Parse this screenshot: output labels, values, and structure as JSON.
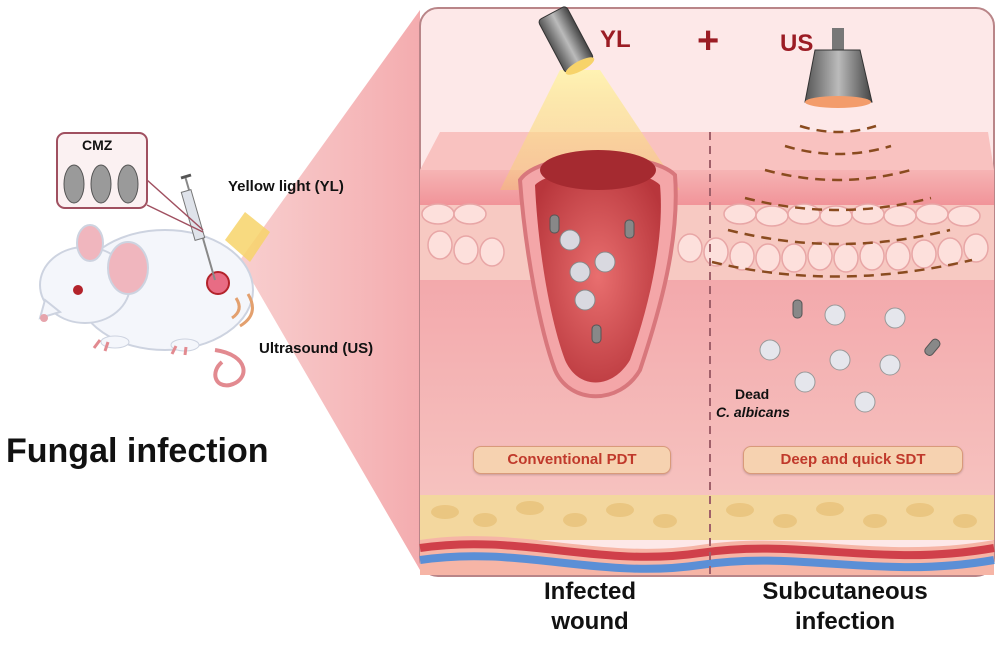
{
  "mouse": {
    "drug_label": "CMZ",
    "yellow_light_label": "Yellow light (YL)",
    "ultrasound_label": "Ultrasound (US)"
  },
  "title": "Fungal infection",
  "panel": {
    "yl_label": "YL",
    "plus_symbol": "+",
    "us_label": "US",
    "dead_label": "Dead",
    "species_label": "C. albicans",
    "left_tag": "Conventional PDT",
    "right_tag": "Deep and quick SDT",
    "left_caption_line1": "Infected",
    "left_caption_line2": "wound",
    "right_caption_line1": "Subcutaneous",
    "right_caption_line2": "infection"
  },
  "colors": {
    "accent_red": "#9b1c24",
    "tag_text": "#c0392b",
    "skin": "#f3b3b0",
    "light_beam": "#f7d36a"
  }
}
